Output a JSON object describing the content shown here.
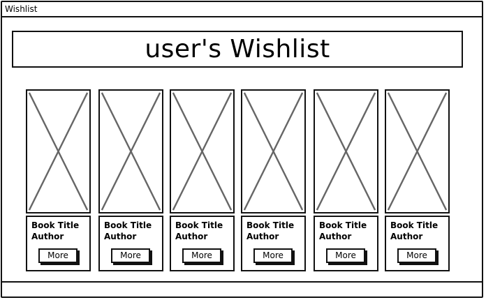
{
  "window": {
    "title": "Wishlist"
  },
  "header": {
    "title": "user's Wishlist"
  },
  "books": [
    {
      "title": "Book Title",
      "author": "Author",
      "more_label": "More"
    },
    {
      "title": "Book Title",
      "author": "Author",
      "more_label": "More"
    },
    {
      "title": "Book Title",
      "author": "Author",
      "more_label": "More"
    },
    {
      "title": "Book Title",
      "author": "Author",
      "more_label": "More"
    },
    {
      "title": "Book Title",
      "author": "Author",
      "more_label": "More"
    },
    {
      "title": "Book Title",
      "author": "Author",
      "more_label": "More"
    }
  ],
  "icons": {
    "book_image": "image-placeholder-icon"
  }
}
